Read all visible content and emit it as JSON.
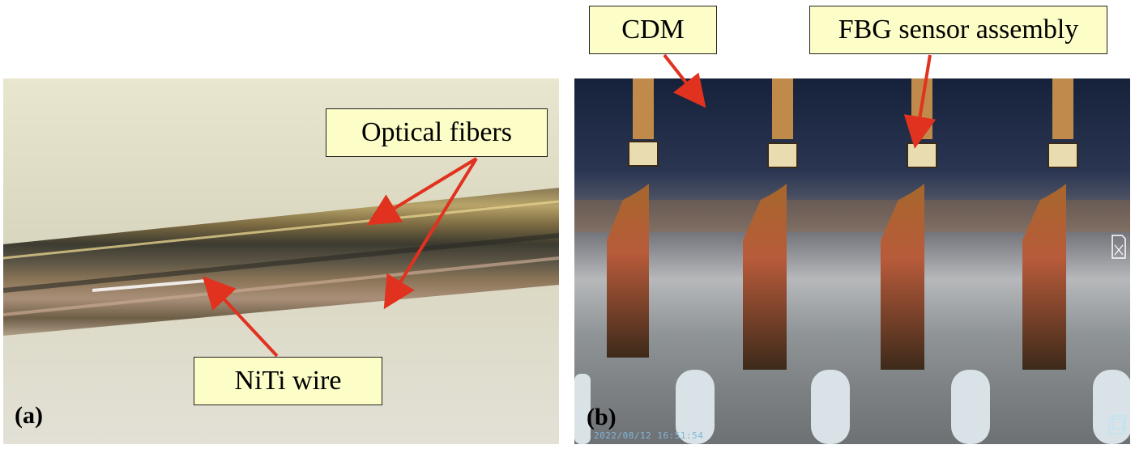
{
  "panels": {
    "a": {
      "tag": "(a)"
    },
    "b": {
      "tag": "(b)",
      "timestamp": "2022/08/12  16:51:54"
    }
  },
  "callouts": {
    "optical_fibers": "Optical fibers",
    "niti_wire": "NiTi wire",
    "cdm": "CDM",
    "fbg_sensor": "FBG sensor assembly"
  },
  "colors": {
    "callout_bg": "#fdfdc8",
    "arrow": "#e0321e"
  },
  "icons": {
    "card": "sd-card-icon",
    "badge": "camera-mode-icon"
  }
}
